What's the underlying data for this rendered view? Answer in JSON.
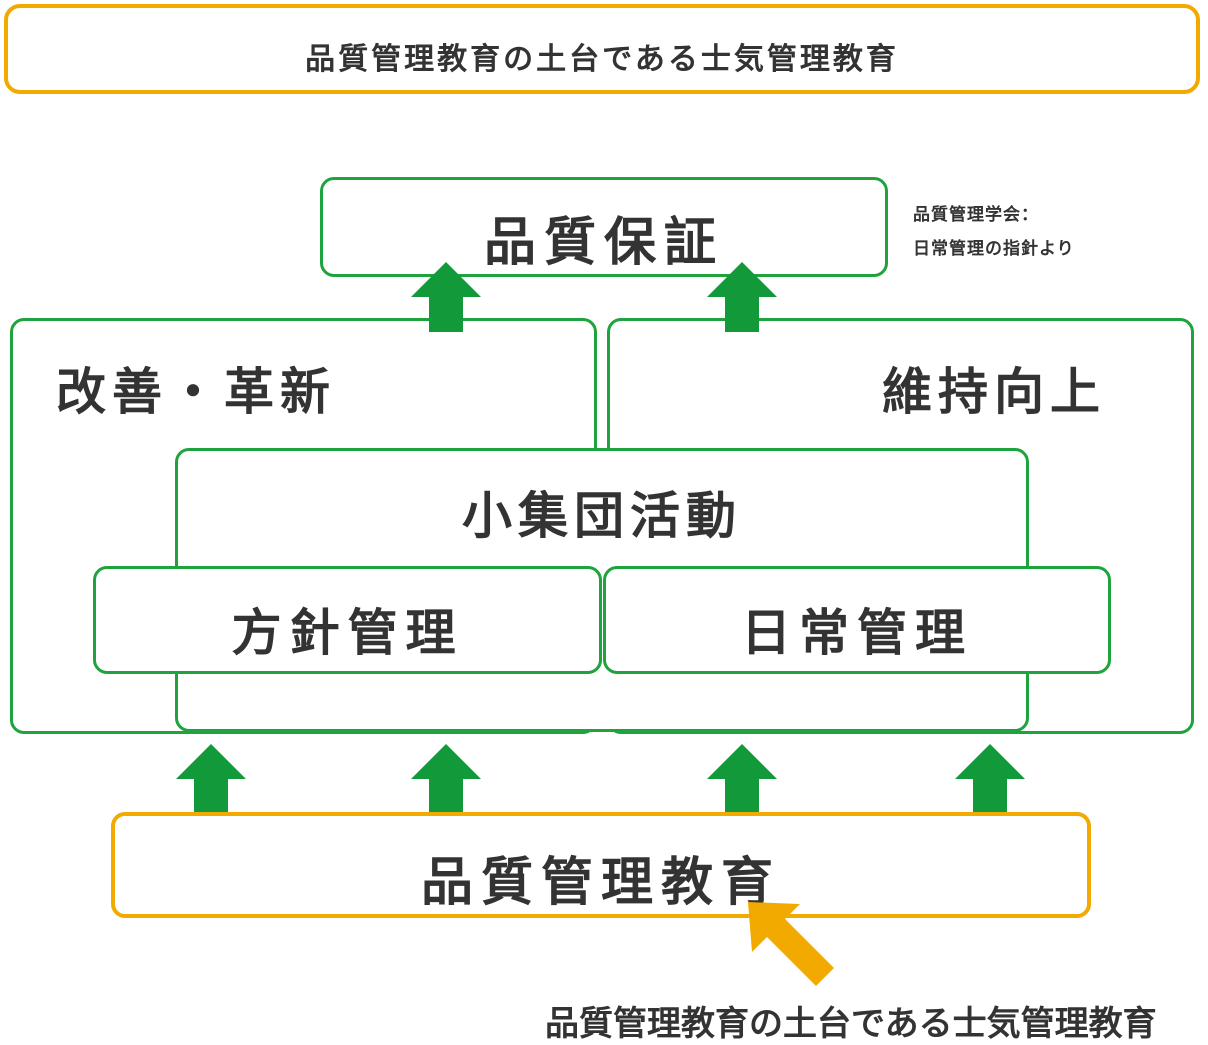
{
  "header": {
    "banner_text": "品質管理教育の土台である士気管理教育"
  },
  "diagram": {
    "quality_assurance": "品質保証",
    "source_note_line1": "品質管理学会：",
    "source_note_line2": "日常管理の指針より",
    "improvement_innovation": "改善・革新",
    "maintenance_improvement": "維持向上",
    "small_group_activity": "小集団活動",
    "policy_management": "方針管理",
    "daily_management": "日常管理",
    "quality_education": "品質管理教育",
    "bottom_caption": "品質管理教育の土台である士気管理教育"
  },
  "colors": {
    "orange": "#F2A900",
    "green": "#1FA33C",
    "arrow_green": "#129A3A",
    "text": "#333333"
  }
}
